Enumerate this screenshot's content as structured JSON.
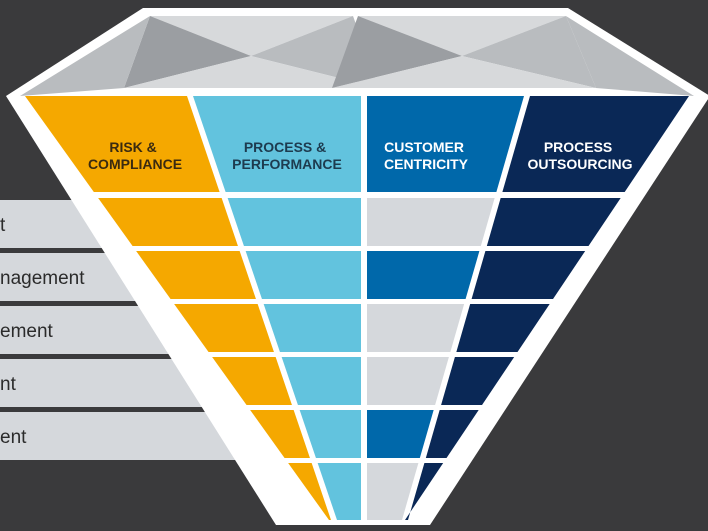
{
  "colors": {
    "background": "#3a3a3c",
    "risk_compliance": "#f5a800",
    "process_performance": "#62c3de",
    "customer_centricity": "#0068aa",
    "process_outsourcing": "#0a2856",
    "inactive": "#d5d8dc",
    "crown_light": "#d7d9db",
    "crown_mid": "#b9bcbf",
    "crown_dark": "#9b9ea2",
    "outline": "#ffffff"
  },
  "columns": [
    {
      "line1": "RISK &",
      "line2": "COMPLIANCE"
    },
    {
      "line1": "PROCESS &",
      "line2": "PERFORMANCE"
    },
    {
      "line1": "CUSTOMER",
      "line2": "CENTRICITY"
    },
    {
      "line1": "PROCESS",
      "line2": "OUTSOURCING"
    }
  ],
  "rows": [
    {
      "label": "t"
    },
    {
      "label": "nagement"
    },
    {
      "label": "ement"
    },
    {
      "label": "nt"
    },
    {
      "label": "ent"
    }
  ],
  "matrix": {
    "customer_centricity_active_rows": [
      2,
      5
    ]
  }
}
